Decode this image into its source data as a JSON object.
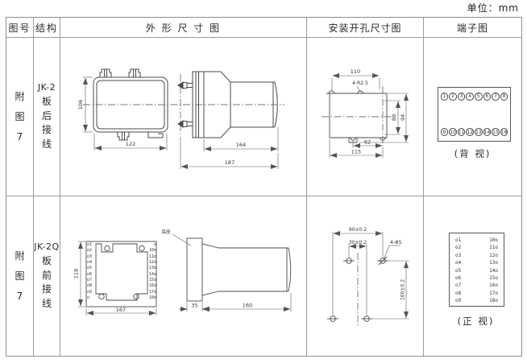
{
  "unit_label": "单位：mm",
  "colors": {
    "table_border": "#9b9b9b",
    "line": "#4a4a4a",
    "text": "#333333"
  },
  "headers": {
    "fig_no": "图号",
    "structure": "结构",
    "outline": "外 形 尺 寸 图",
    "install": "安装开孔尺寸图",
    "terminal": "端子图"
  },
  "row1": {
    "fig_no": "附\n图\n7",
    "model": "JK-2",
    "wiring": "板\n后\n接\n线",
    "outline_dims": {
      "height": "106",
      "width": "122",
      "body_depth": "164",
      "total_depth": "187"
    },
    "install_dims": {
      "top_width": "110",
      "holes": "4-R2.5",
      "inner_height": "80",
      "outer_height": "94",
      "slot_width": "62",
      "bottom_width": "115"
    },
    "terminal": {
      "top_row": [
        "1",
        "2",
        "3",
        "4",
        "5",
        "6",
        "7",
        "8"
      ],
      "bottom_row": [
        "9",
        "10",
        "11",
        "12",
        "13",
        "14",
        "15",
        "16"
      ],
      "caption": "(背 视)"
    }
  },
  "row2": {
    "fig_no": "附\n图\n7",
    "model": "JK-2Q",
    "wiring": "板\n前\n接\n线",
    "outline_dims": {
      "height": "118",
      "width": "167",
      "base_depth": "35",
      "body_depth": "160",
      "base_label": "底座"
    },
    "front_terminals": {
      "left": "o1\no2\no3\no4\no5\no6\no7\no8\no9\no",
      "right": "o\n10o\n11o\n12o\n13o\n14o\n15o\n16o\n17o\n18o"
    },
    "install_dims": {
      "h_span": "90±0.2",
      "h_offset": "30±0.2",
      "holes": "4-Φ5",
      "v_span": "100±0.2"
    },
    "terminal": {
      "left_col": [
        "o1",
        "o2",
        "o3",
        "o4",
        "o5",
        "o6",
        "o7",
        "o8",
        "o9"
      ],
      "right_col": [
        "10o",
        "11o",
        "12o",
        "13o",
        "14o",
        "15o",
        "16o",
        "17o",
        "18o"
      ],
      "caption": "(正 视)"
    }
  }
}
